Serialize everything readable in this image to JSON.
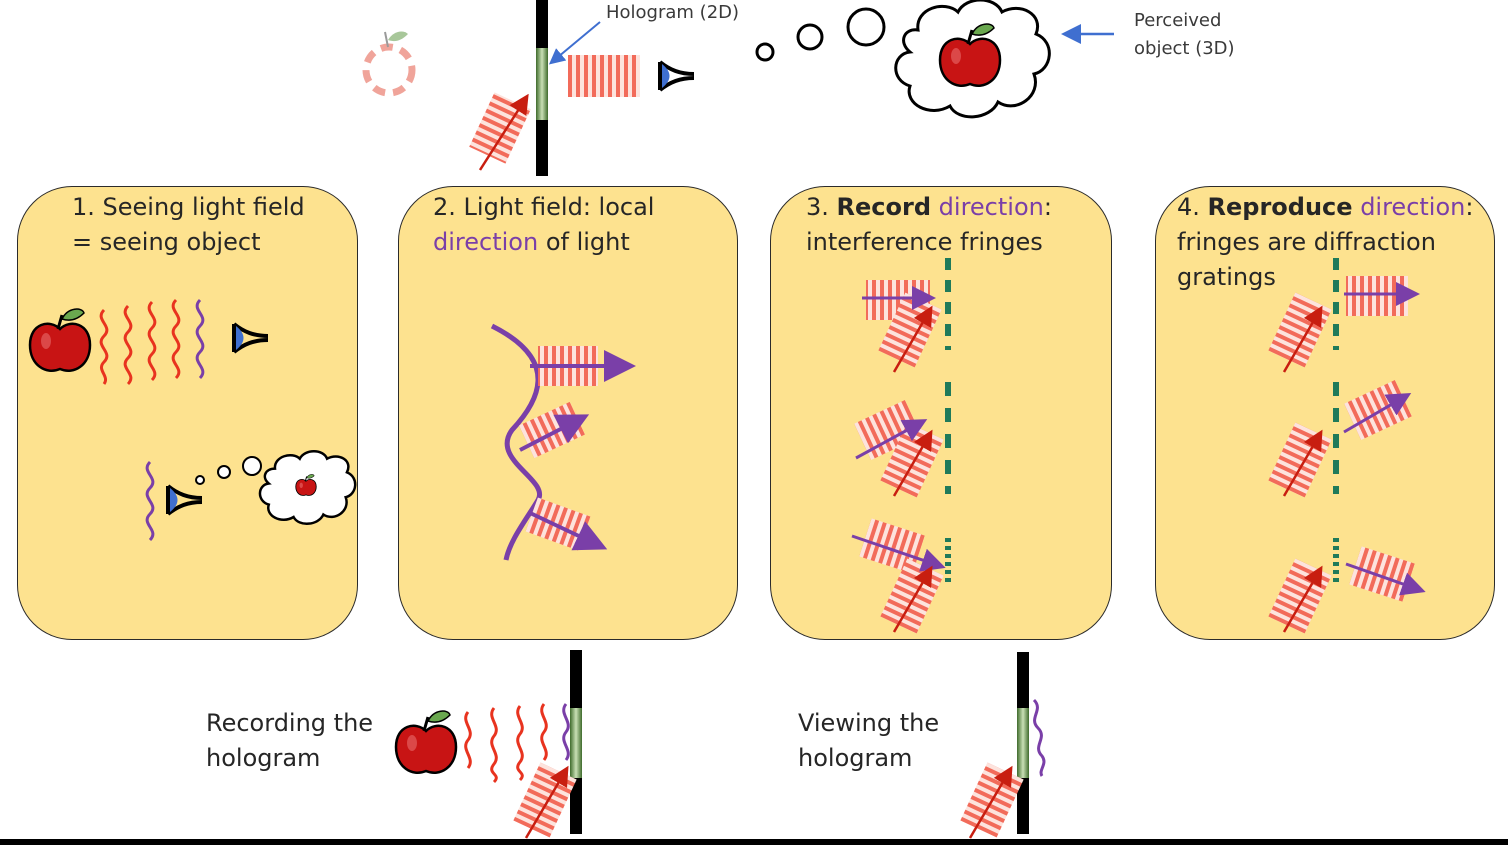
{
  "top": {
    "hologram_label": "Hologram (2D)",
    "perceived_label_line1": "Perceived",
    "perceived_label_line2": "object (3D)"
  },
  "panels": [
    {
      "line1": "1. Seeing light field",
      "line2": "= seeing object"
    },
    {
      "line1": "2. Light field: local",
      "line2_highlight": "direction",
      "line2_rest": " of light"
    },
    {
      "num": "3. ",
      "bold": "Record",
      "highlight": " direction",
      "colon": ":",
      "line2": "interference fringes"
    },
    {
      "num": "4. ",
      "bold": "Reproduce",
      "highlight": " direction",
      "colon": ":",
      "line2": "fringes are diffraction",
      "line3": "gratings"
    }
  ],
  "bottom": {
    "recording_line1": "Recording the",
    "recording_line2": "hologram",
    "viewing_line1": "Viewing the",
    "viewing_line2": "hologram"
  },
  "colors": {
    "panel_fill": "#fde28f",
    "wave_red": "#e8331f",
    "wave_purple": "#7a3fa8",
    "fringe_red": "#f26b5a",
    "hologram_green": "#5a8a3c",
    "dashed_green": "#1f7a5a",
    "arrow_blue": "#3f6fd0"
  },
  "icons": [
    "apple-icon",
    "eye-icon",
    "thought-cloud-icon",
    "fringe-pattern-icon",
    "hologram-plate-icon"
  ]
}
